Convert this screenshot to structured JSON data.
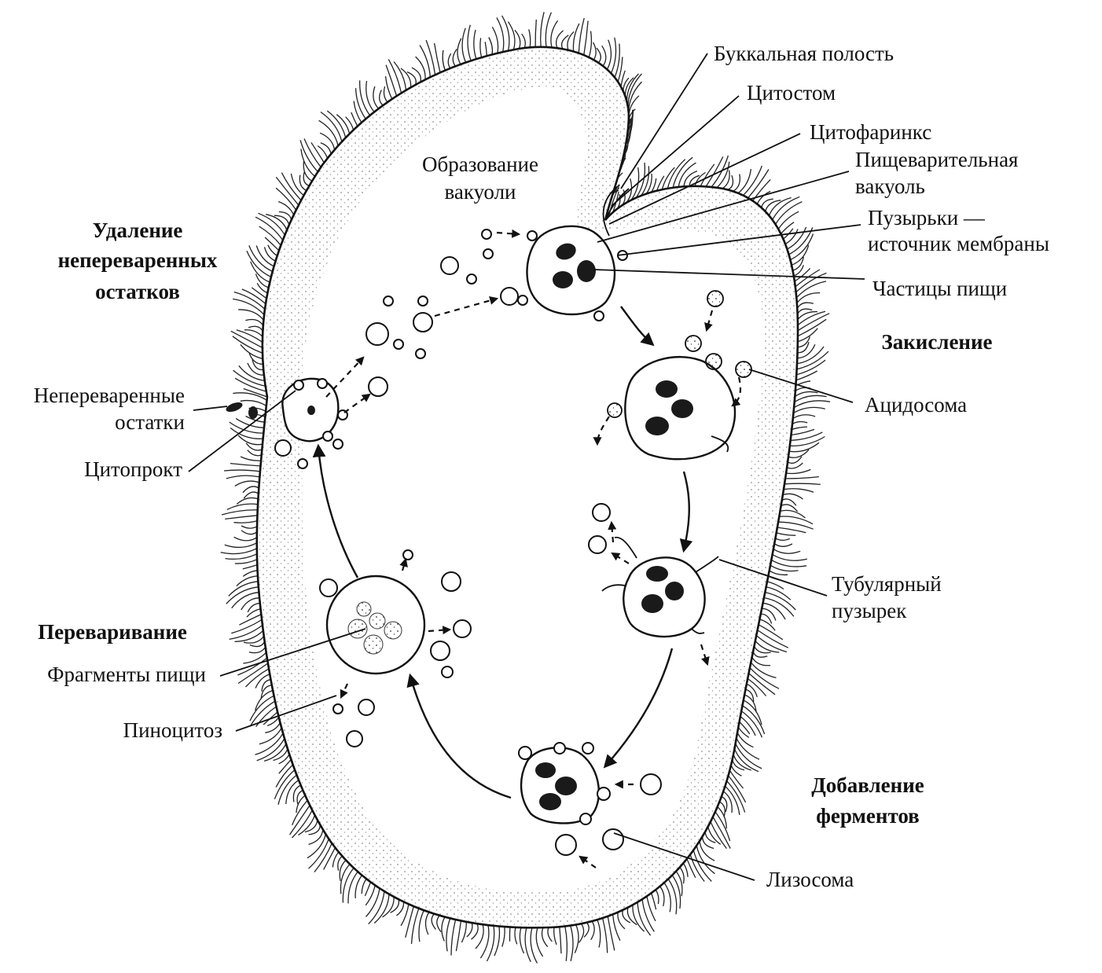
{
  "labels": {
    "buccal_cavity": "Буккальная полость",
    "cytostome": "Цитостом",
    "cytopharynx": "Цитофаринкс",
    "digestive_vacuole_l1": "Пищеварительная",
    "digestive_vacuole_l2": "вакуоль",
    "membrane_vesicles_l1": "Пузырьки —",
    "membrane_vesicles_l2": "источник мембраны",
    "food_particles": "Частицы пищи",
    "acidosome": "Ацидосома",
    "tubular_vesicle_l1": "Тубулярный",
    "tubular_vesicle_l2": "пузырек",
    "lysosome": "Лизосома",
    "undigested_l1": "Непереваренные",
    "undigested_l2": "остатки",
    "cytoproct": "Цитопрокт",
    "food_fragments": "Фрагменты пищи",
    "pinocytosis": "Пиноцитоз",
    "vacuole_formation_l1": "Образование",
    "vacuole_formation_l2": "вакуоли"
  },
  "stages": {
    "removal_l1": "Удаление",
    "removal_l2": "непереваренных",
    "removal_l3": "остатков",
    "acidification": "Закисление",
    "digestion": "Переваривание",
    "enzymes_l1": "Добавление",
    "enzymes_l2": "ферментов"
  }
}
